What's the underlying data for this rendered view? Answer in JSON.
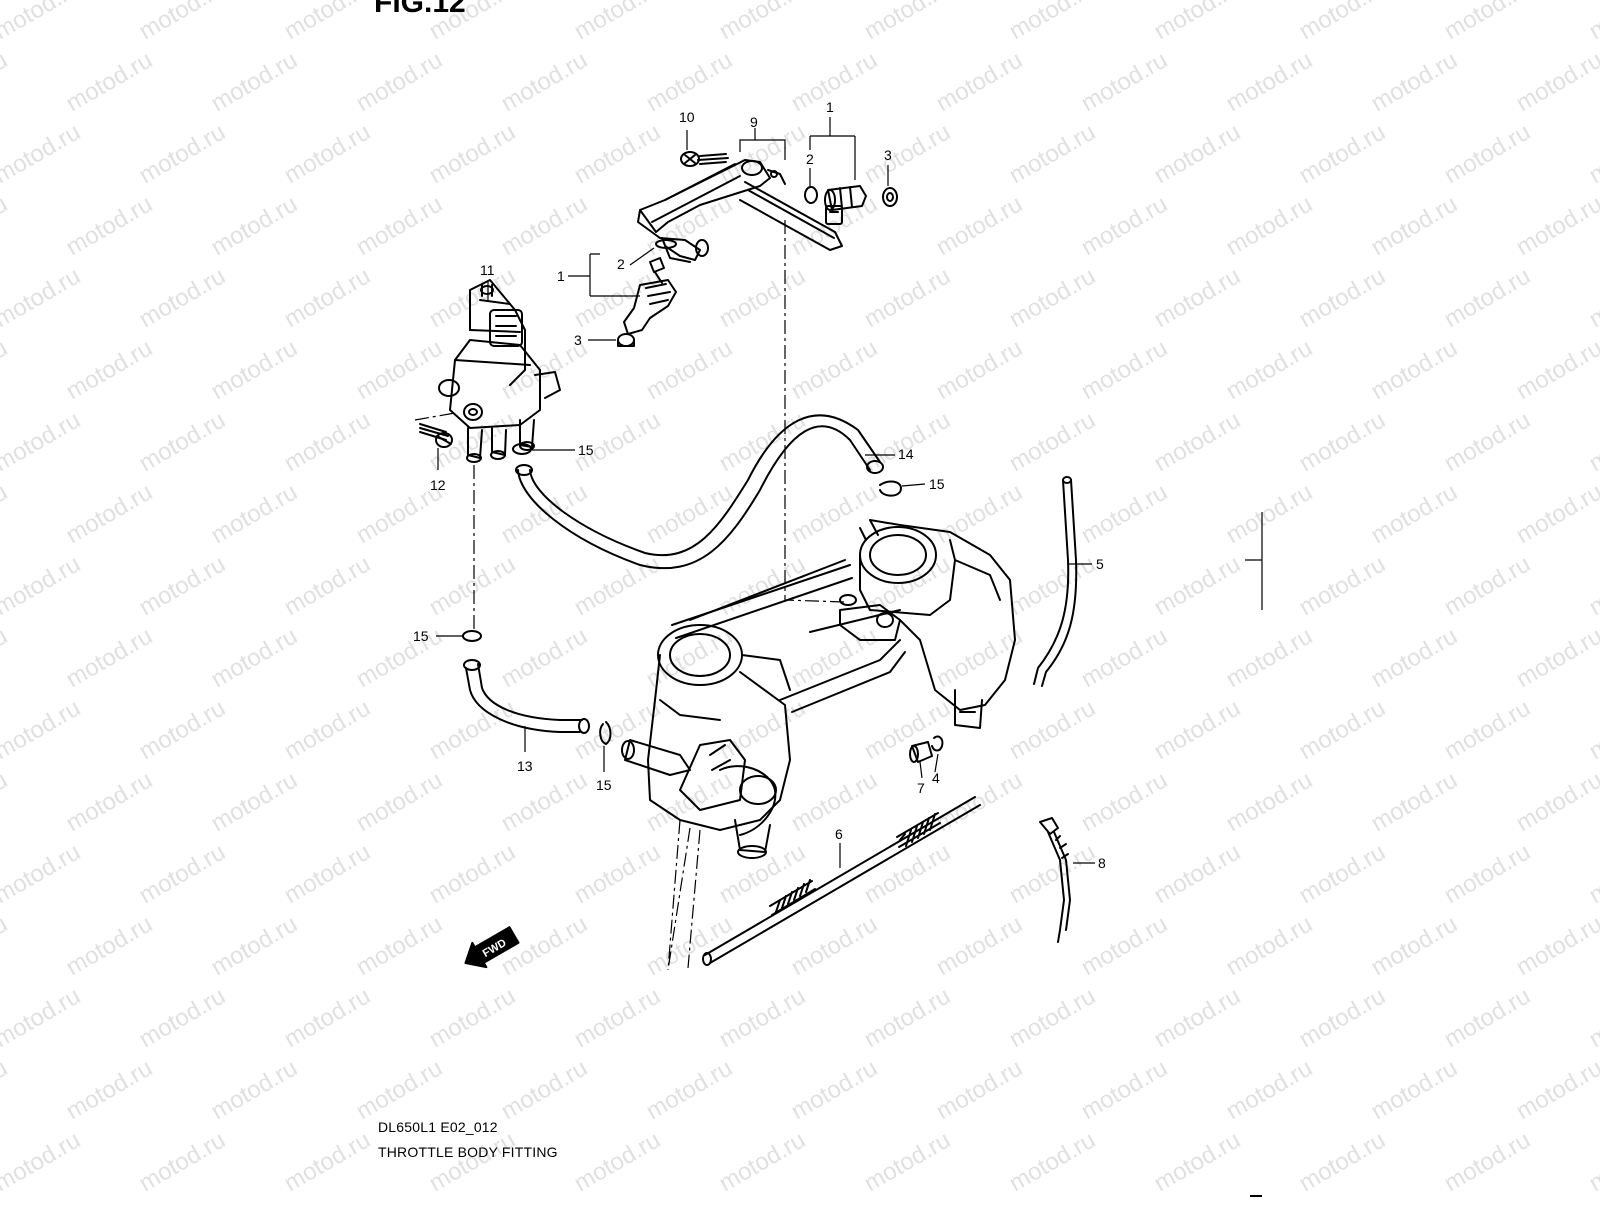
{
  "figure": {
    "title": "FIG.12",
    "code": "DL650L1 E02_012",
    "name": "THROTTLE BODY FITTING"
  },
  "watermark": "motod.ru",
  "fwd_arrow": "FWD",
  "callouts": {
    "c1a": "1",
    "c1b": "1",
    "c2a": "2",
    "c2b": "2",
    "c3a": "3",
    "c3b": "3",
    "c4": "4",
    "c5": "5",
    "c6": "6",
    "c7": "7",
    "c8": "8",
    "c9": "9",
    "c10": "10",
    "c11": "11",
    "c12": "12",
    "c13": "13",
    "c14": "14",
    "c15a": "15",
    "c15b": "15",
    "c15c": "15",
    "c15d": "15"
  }
}
